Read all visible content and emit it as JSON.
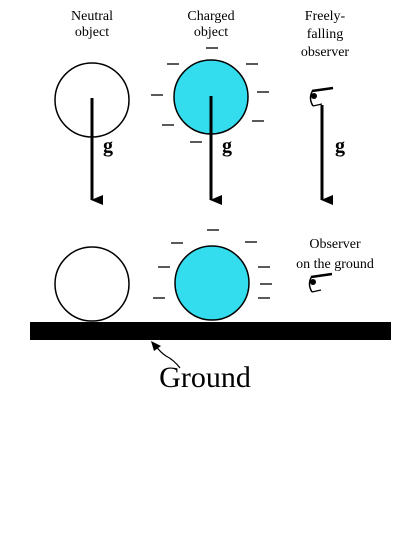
{
  "labels": {
    "neutral_line1": "Neutral",
    "neutral_line2": "object",
    "charged_line1": "Charged",
    "charged_line2": "object",
    "falling_line1": "Freely-",
    "falling_line2": "falling",
    "falling_line3": "observer",
    "ground_obs_line1": "Observer",
    "ground_obs_line2": "on the ground",
    "gravity": "g",
    "ground": "Ground"
  },
  "colors": {
    "charged_fill": "#33DDEE",
    "neutral_fill": "#FFFFFF",
    "ground_bar": "#000000"
  },
  "icons": {
    "observer": "eye-icon",
    "charge": "minus-sign"
  }
}
